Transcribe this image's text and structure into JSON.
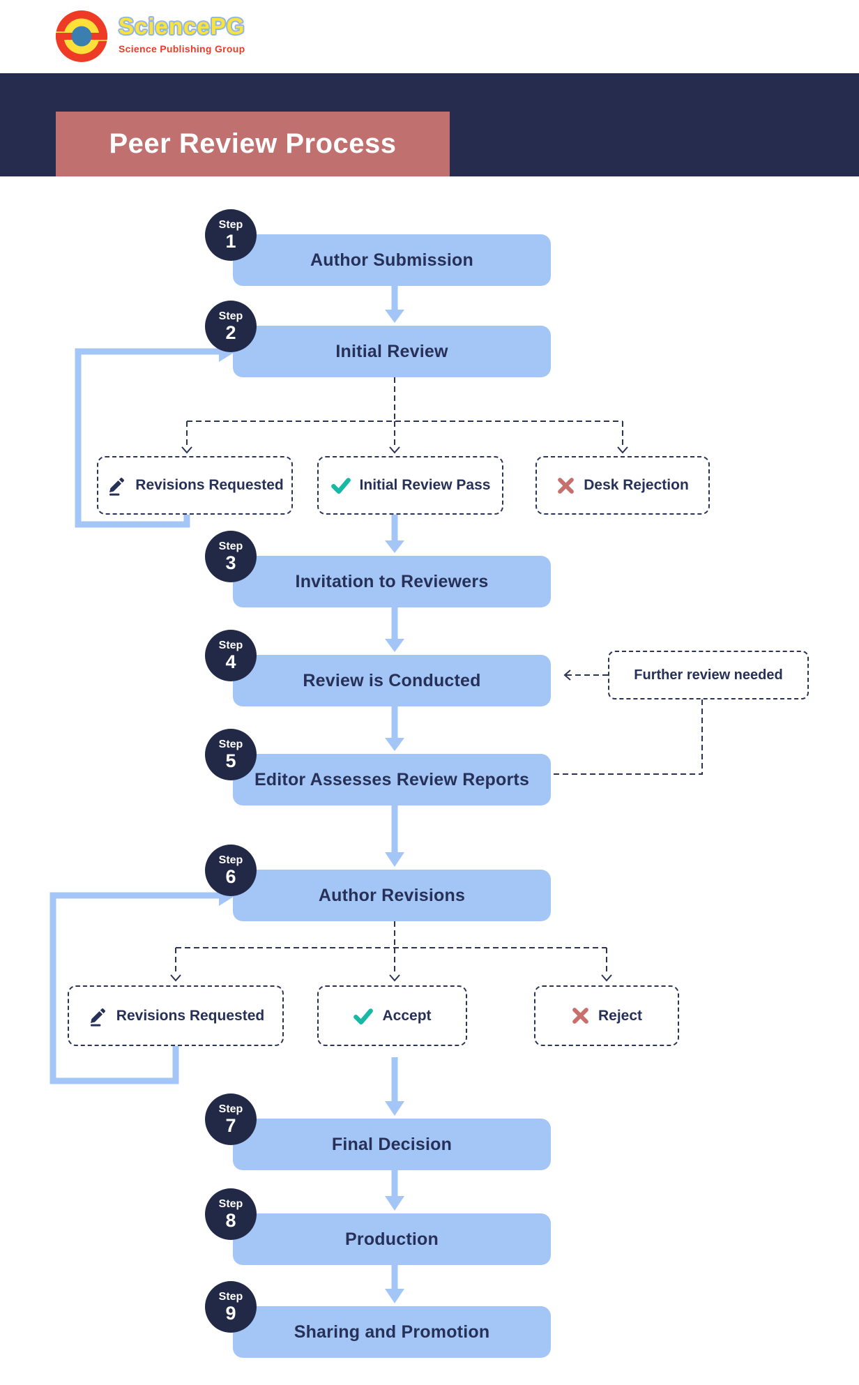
{
  "logo": {
    "name": "SciencePG",
    "tagline": "Science Publishing Group"
  },
  "header": {
    "title": "Peer Review Process"
  },
  "flow": {
    "steps": [
      {
        "step_label": "Step",
        "number": "1",
        "title": "Author Submission"
      },
      {
        "step_label": "Step",
        "number": "2",
        "title": "Initial Review"
      },
      {
        "step_label": "Step",
        "number": "3",
        "title": "Invitation to Reviewers"
      },
      {
        "step_label": "Step",
        "number": "4",
        "title": "Review is Conducted"
      },
      {
        "step_label": "Step",
        "number": "5",
        "title": "Editor Assesses Review Reports"
      },
      {
        "step_label": "Step",
        "number": "6",
        "title": "Author Revisions"
      },
      {
        "step_label": "Step",
        "number": "7",
        "title": "Final Decision"
      },
      {
        "step_label": "Step",
        "number": "8",
        "title": "Production"
      },
      {
        "step_label": "Step",
        "number": "9",
        "title": "Sharing and Promotion"
      }
    ],
    "initial_review_outcomes": [
      {
        "label": "Revisions Requested",
        "icon": "pencil-icon"
      },
      {
        "label": "Initial Review Pass",
        "icon": "check-icon"
      },
      {
        "label": "Desk Rejection",
        "icon": "x-icon"
      }
    ],
    "final_review_outcomes": [
      {
        "label": "Revisions Requested",
        "icon": "pencil-icon"
      },
      {
        "label": "Accept",
        "icon": "check-icon"
      },
      {
        "label": "Reject",
        "icon": "x-icon"
      }
    ],
    "side_note": {
      "label": "Further review needed"
    }
  },
  "colors": {
    "band_navy": "#262c4e",
    "title_box_salmon": "#c0716f",
    "step_box_blue": "#a4c6f7",
    "step_circle_navy": "#212947",
    "text_navy": "#273056",
    "dashed_line_navy": "#2a3353",
    "check_teal": "#17b9a5",
    "x_salmon": "#c76f6d",
    "logo_red": "#ee3b25",
    "logo_yellow": "#ffdf39",
    "logo_blue": "#3b7fb1"
  }
}
